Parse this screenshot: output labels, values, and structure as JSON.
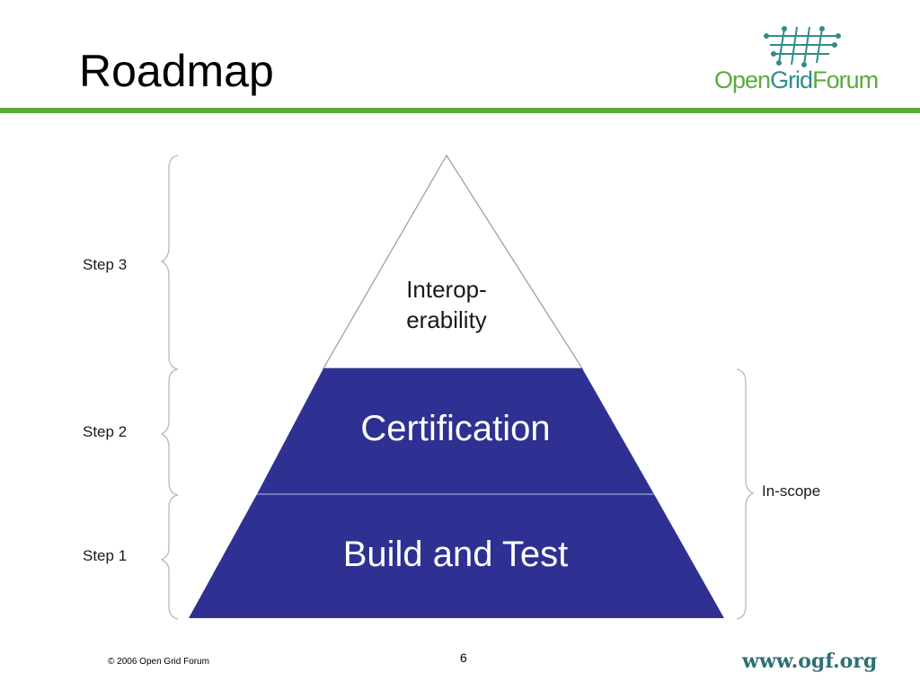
{
  "slide": {
    "title": "Roadmap",
    "page_number": "6",
    "copyright": "© 2006 Open Grid Forum",
    "url": "www.ogf.org"
  },
  "logo": {
    "open": "Open",
    "grid": "Grid",
    "forum": "Forum"
  },
  "diagram": {
    "tiers": [
      {
        "line1": "Interop-",
        "line2": "erability",
        "fill": "#ffffff",
        "text_color": "#1a1a1a"
      },
      {
        "label": "Certification",
        "fill": "#2e3192",
        "text_color": "#ffffff"
      },
      {
        "label": "Build and Test",
        "fill": "#2e3192",
        "text_color": "#ffffff"
      }
    ],
    "steps": [
      "Step 3",
      "Step 2",
      "Step 1"
    ],
    "scope_label": "In-scope"
  },
  "colors": {
    "accent_green": "#5aab3c",
    "pyramid_blue": "#2e3192",
    "url_teal": "#2f6f74"
  }
}
